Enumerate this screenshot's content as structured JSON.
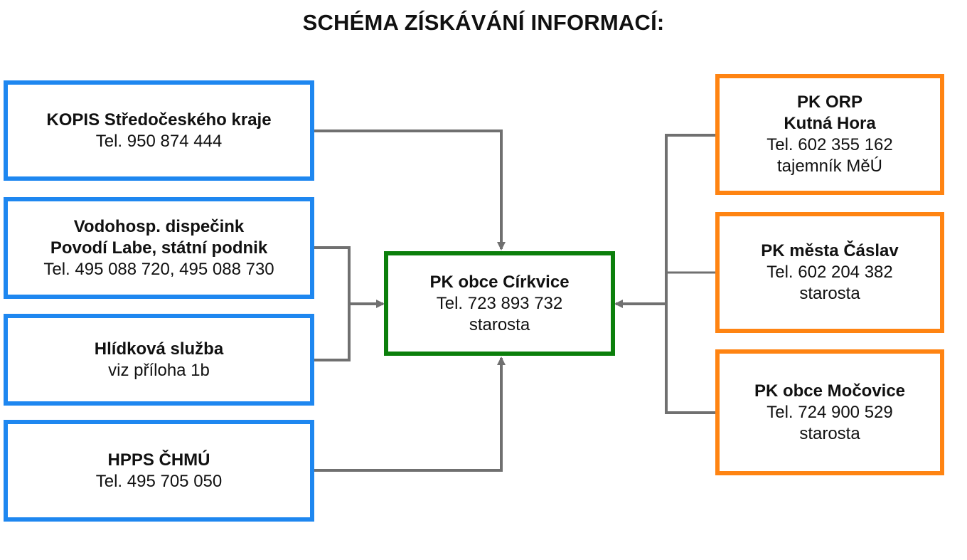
{
  "title": "SCHÉMA ZÍSKÁVÁNÍ INFORMACÍ:",
  "colors": {
    "source_border": "#1e87f0",
    "partner_border": "#ff8412",
    "center_border": "#0b7f0b",
    "connector": "#707070"
  },
  "nodes": {
    "kopis": {
      "name": "KOPIS Středočeského kraje",
      "phone": "Tel. 950 874 444"
    },
    "vodohosp": {
      "name_line1": "Vodohosp. dispečink",
      "name_line2": "Povodí Labe, státní podnik",
      "phone": "Tel. 495 088 720, 495 088 730"
    },
    "hlidkova": {
      "name": "Hlídková služba",
      "note": "viz příloha 1b"
    },
    "hpps": {
      "name": "HPPS ČHMÚ",
      "phone": "Tel.  495 705 050"
    },
    "cirkvice": {
      "name": "PK obce Církvice",
      "phone": "Tel. 723 893 732",
      "role": "starosta"
    },
    "orp": {
      "name_line1": "PK ORP",
      "name_line2": "Kutná Hora",
      "phone": "Tel. 602 355 162",
      "role": "tajemník MěÚ"
    },
    "caslav": {
      "name": "PK města Čáslav",
      "phone": "Tel. 602 204 382",
      "role": "starosta"
    },
    "mocovice": {
      "name": "PK obce Močovice",
      "phone": "Tel. 724 900 529",
      "role": "starosta"
    }
  }
}
